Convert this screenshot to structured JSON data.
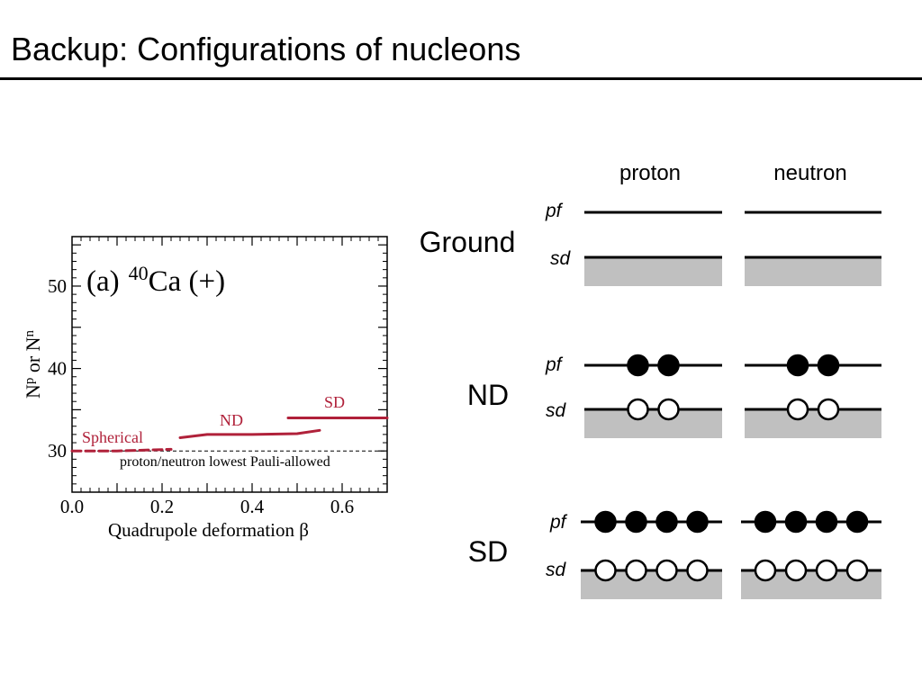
{
  "slide": {
    "title": "Backup: Configurations of nucleons"
  },
  "plot": {
    "panel_label": "(a)",
    "nucleus_mass": "40",
    "nucleus_rest": "Ca (+)",
    "ylabel_main1": "N",
    "ylabel_sup1": "p",
    "ylabel_mid": " or N",
    "ylabel_sup2": "n",
    "xlabel": "Quadrupole deformation β",
    "dashed_label": "proton/neutron lowest Pauli-allowed",
    "accent_color": "#b0213a",
    "chart_data": {
      "type": "line",
      "xlim": [
        0.0,
        0.7
      ],
      "ylim": [
        25,
        56
      ],
      "x_ticks": [
        0.0,
        0.2,
        0.4,
        0.6
      ],
      "x_tick_labels": [
        "0.0",
        "0.2",
        "0.4",
        "0.6"
      ],
      "y_ticks": [
        30,
        40,
        50
      ],
      "y_tick_labels": [
        "30",
        "40",
        "50"
      ],
      "reference_line": {
        "y": 30,
        "style": "dashed"
      },
      "series": [
        {
          "name": "Spherical",
          "style": "dashed",
          "points": [
            [
              0.0,
              30.0
            ],
            [
              0.1,
              30.0
            ],
            [
              0.22,
              30.2
            ]
          ]
        },
        {
          "name": "ND",
          "style": "solid",
          "points": [
            [
              0.24,
              31.6
            ],
            [
              0.3,
              32.0
            ],
            [
              0.4,
              32.0
            ],
            [
              0.5,
              32.1
            ],
            [
              0.55,
              32.5
            ]
          ]
        },
        {
          "name": "SD",
          "style": "solid",
          "points": [
            [
              0.48,
              34.0
            ],
            [
              0.7,
              34.0
            ]
          ]
        }
      ]
    }
  },
  "diagram": {
    "column_headers": {
      "proton": "proton",
      "neutron": "neutron"
    },
    "level_labels": {
      "upper": "pf",
      "lower": "sd"
    },
    "configurations": [
      {
        "name": "Ground",
        "pf_particles": 0,
        "sd_holes": 0
      },
      {
        "name": "ND",
        "pf_particles": 2,
        "sd_holes": 2
      },
      {
        "name": "SD",
        "pf_particles": 4,
        "sd_holes": 4
      }
    ]
  }
}
